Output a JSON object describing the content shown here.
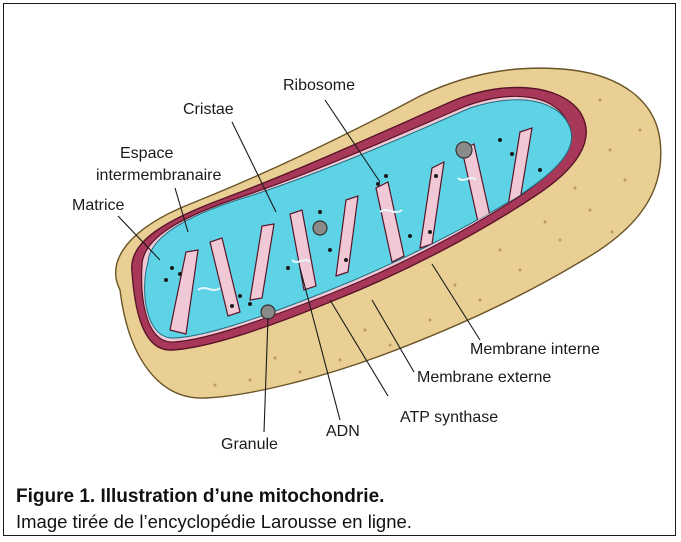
{
  "figure": {
    "labels": {
      "ribosome": "Ribosome",
      "cristae": "Cristae",
      "espace_line1": "Espace",
      "espace_line2": "intermembranaire",
      "matrice": "Matrice",
      "membrane_interne": "Membrane interne",
      "membrane_externe": "Membrane externe",
      "atp_synthase": "ATP synthase",
      "adn": "ADN",
      "granule": "Granule"
    },
    "colors": {
      "outer_membrane": "#e9cf94",
      "intermembrane_space": "#a8385a",
      "inner_membrane": "#f0c8d6",
      "matrix": "#5fd3e6"
    }
  },
  "caption": {
    "title": "Figure 1. Illustration d’une mitochondrie.",
    "source": "Image tirée de l’encyclopédie Larousse en ligne."
  }
}
